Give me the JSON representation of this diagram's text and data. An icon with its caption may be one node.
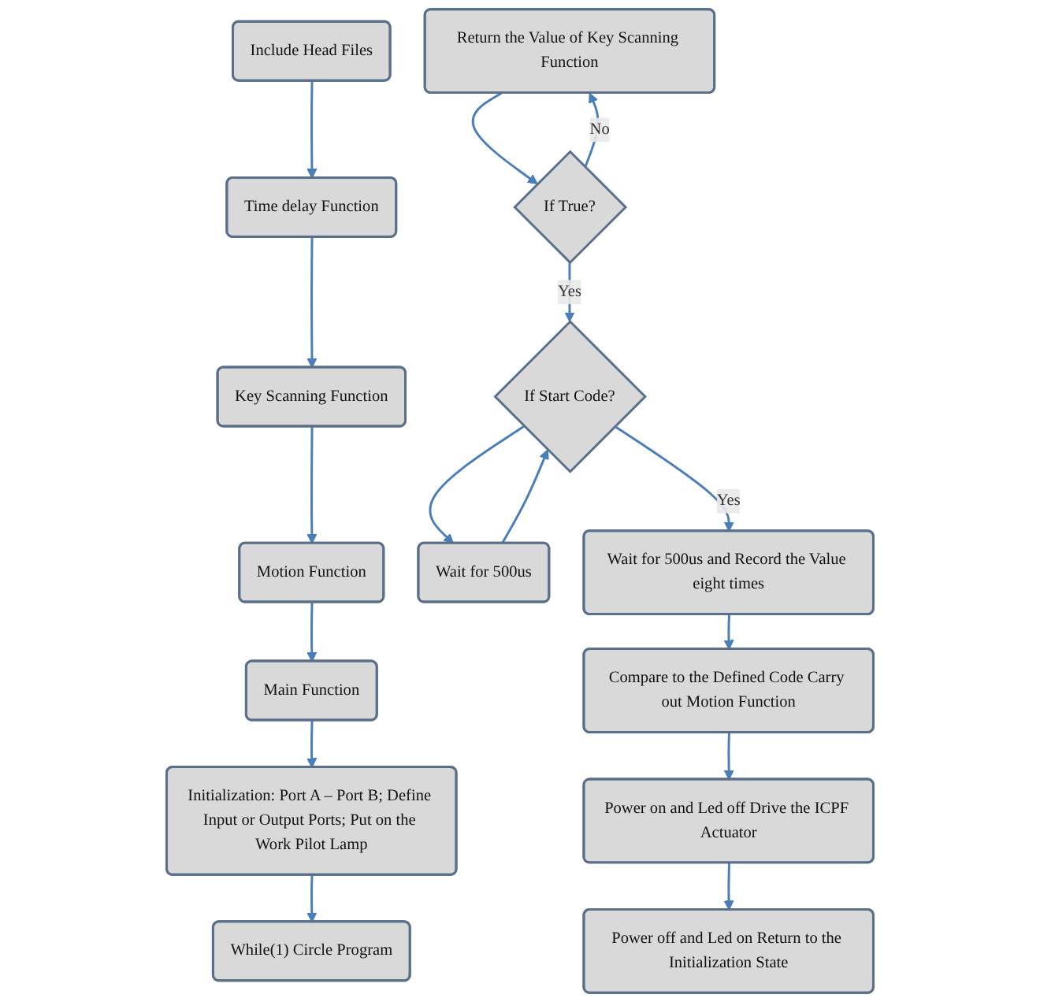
{
  "diagram": {
    "nodes": [
      {
        "text": [
          "Include Head Files"
        ]
      },
      {
        "text": [
          "Time delay Function"
        ]
      },
      {
        "text": [
          "Key Scanning Function"
        ]
      },
      {
        "text": [
          "Motion Function"
        ]
      },
      {
        "text": [
          "Main Function"
        ]
      },
      {
        "text": [
          "Initialization: Port A – Port B; Define Input or Output Ports; Put on the Work Pilot Lamp"
        ]
      },
      {
        "text": [
          "While(1) Circle Program"
        ]
      },
      {
        "text": [
          "Return the Value of Key Scanning Function"
        ]
      },
      {
        "text": [
          "If True?"
        ]
      },
      {
        "text": [
          "Wait for 500us"
        ]
      },
      {
        "text": [
          "If Start Code?"
        ]
      },
      {
        "text": [
          "Wait for 500us and Record the Value eight times"
        ]
      },
      {
        "text": [
          "Compare to the Defined Code Carry out Motion Function"
        ]
      },
      {
        "text": [
          "Power on and Led off Drive the ICPF Actuator"
        ]
      },
      {
        "text": [
          "Power off and Led on Return to the Initialization State"
        ]
      }
    ],
    "edges": [
      {
        "from": 0,
        "to": 1,
        "arrow": "to"
      },
      {
        "from": 1,
        "to": 2,
        "arrow": "to"
      },
      {
        "from": 2,
        "to": 3,
        "arrow": "to"
      },
      {
        "from": 3,
        "to": 4,
        "arrow": "to"
      },
      {
        "from": 4,
        "to": 5,
        "arrow": "to"
      },
      {
        "from": 5,
        "to": 6,
        "arrow": "to"
      },
      {
        "from": 7,
        "to": 8,
        "arrow": "to"
      },
      {
        "from": 8,
        "to": 7,
        "arrow": "to",
        "label": "No"
      },
      {
        "from": 8,
        "to": 10,
        "arrow": "to",
        "label": "Yes"
      },
      {
        "from": 10,
        "to": 9,
        "arrow": "to"
      },
      {
        "from": 9,
        "to": 10,
        "arrow": "to"
      },
      {
        "from": 10,
        "to": 11,
        "arrow": "to",
        "label": "Yes"
      },
      {
        "from": 11,
        "to": 12,
        "arrow": "to"
      },
      {
        "from": 12,
        "to": 13,
        "arrow": "to"
      },
      {
        "from": 13,
        "to": 14,
        "arrow": "to"
      }
    ]
  }
}
